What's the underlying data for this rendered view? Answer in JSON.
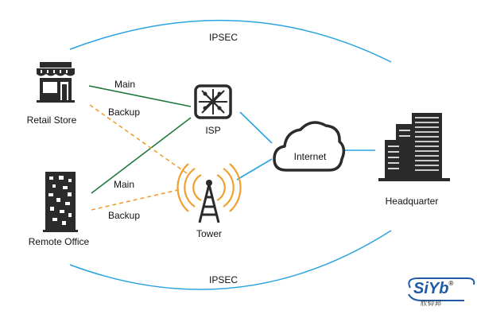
{
  "labels": {
    "ipsec_top": "IPSEC",
    "ipsec_bottom": "IPSEC",
    "retail_store": "Retail Store",
    "remote_office": "Remote Office",
    "isp": "ISP",
    "internet": "Internet",
    "tower": "Tower",
    "headquarter": "Headquarter",
    "main_retail": "Main",
    "backup_retail": "Backup",
    "main_remote": "Main",
    "backup_remote": "Backup"
  },
  "logo": {
    "brand_text": "SiYb",
    "registered_mark": "®",
    "chinese_text": "欣仰邦"
  },
  "colors": {
    "main_link": "#1e7a3c",
    "backup_link": "#f0a030",
    "internet_link": "#2aa3e0",
    "ipsec_arc": "#2aa3e0",
    "tower_waves": "#f0a030",
    "icon_dark": "#2b2b2b",
    "logo_blue": "#1f5aa6"
  },
  "icons": {
    "retail_store": "store-icon",
    "remote_office": "office-building-icon",
    "isp": "isp-network-icon",
    "internet": "cloud-icon",
    "tower": "radio-tower-icon",
    "headquarter": "headquarters-buildings-icon"
  }
}
